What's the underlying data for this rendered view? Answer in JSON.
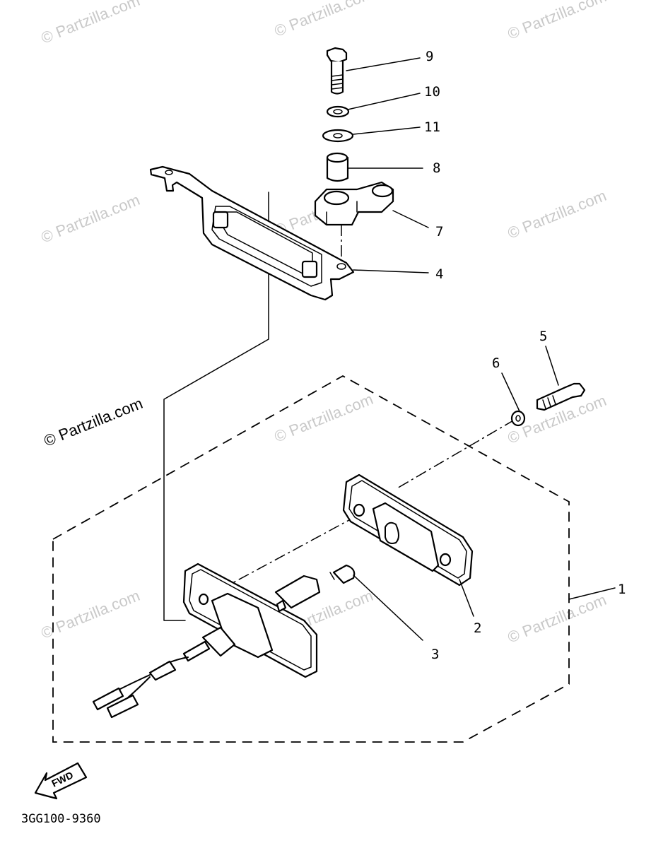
{
  "watermark": {
    "text": "© Partzilla.com",
    "prominent_text": "© Partzilla.com"
  },
  "callouts": [
    "1",
    "2",
    "3",
    "4",
    "5",
    "6",
    "7",
    "8",
    "9",
    "10",
    "11"
  ],
  "direction_label": "FWD",
  "diagram_code": "3GG100-9360"
}
